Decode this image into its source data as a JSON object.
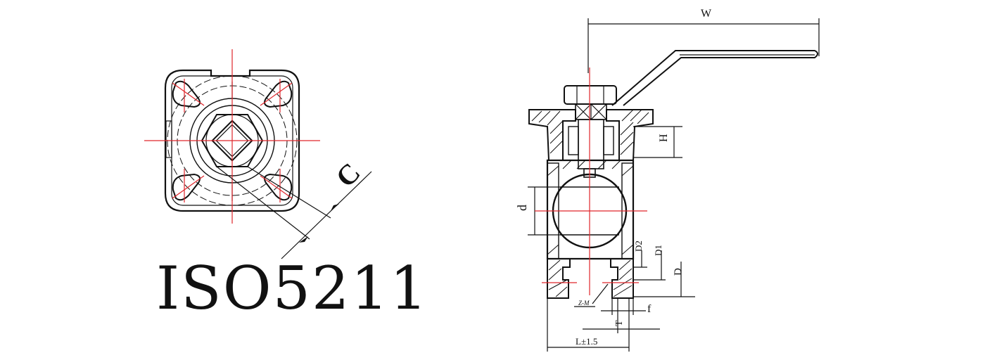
{
  "title": "ISO5211",
  "labels": {
    "c": "C",
    "w": "W",
    "h": "H",
    "d": "d",
    "d2": "D2",
    "d1": "D1",
    "d_big": "D",
    "f": "f",
    "t": "T",
    "l": "L±1.5",
    "zm": "Z-M"
  },
  "colors": {
    "line": "#111111",
    "centerline": "#e0262b"
  }
}
